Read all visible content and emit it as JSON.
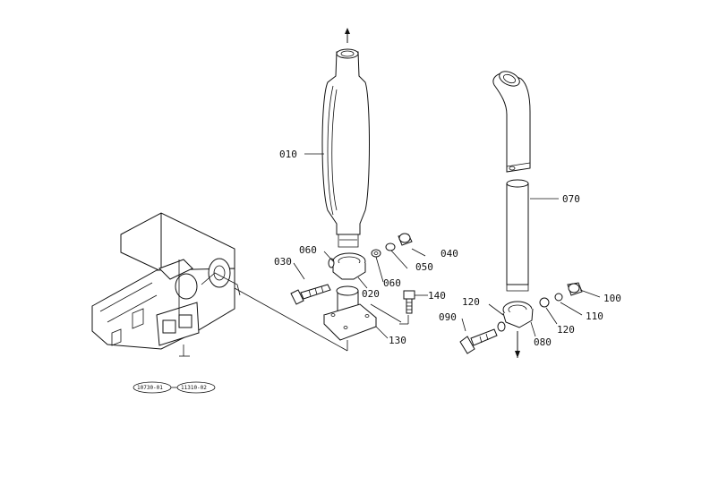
{
  "diagram": {
    "callouts": [
      {
        "id": "010",
        "label": "010"
      },
      {
        "id": "020",
        "label": "020"
      },
      {
        "id": "030",
        "label": "030"
      },
      {
        "id": "040",
        "label": "040"
      },
      {
        "id": "050",
        "label": "050"
      },
      {
        "id": "060a",
        "label": "060"
      },
      {
        "id": "060b",
        "label": "060"
      },
      {
        "id": "070",
        "label": "070"
      },
      {
        "id": "080",
        "label": "080"
      },
      {
        "id": "090",
        "label": "090"
      },
      {
        "id": "100",
        "label": "100"
      },
      {
        "id": "110",
        "label": "110"
      },
      {
        "id": "120a",
        "label": "120"
      },
      {
        "id": "120b",
        "label": "120"
      },
      {
        "id": "130",
        "label": "130"
      },
      {
        "id": "140",
        "label": "140"
      }
    ],
    "references": [
      {
        "id": "ref1",
        "label": "10730-01"
      },
      {
        "id": "ref2",
        "label": "11310-02"
      }
    ]
  }
}
